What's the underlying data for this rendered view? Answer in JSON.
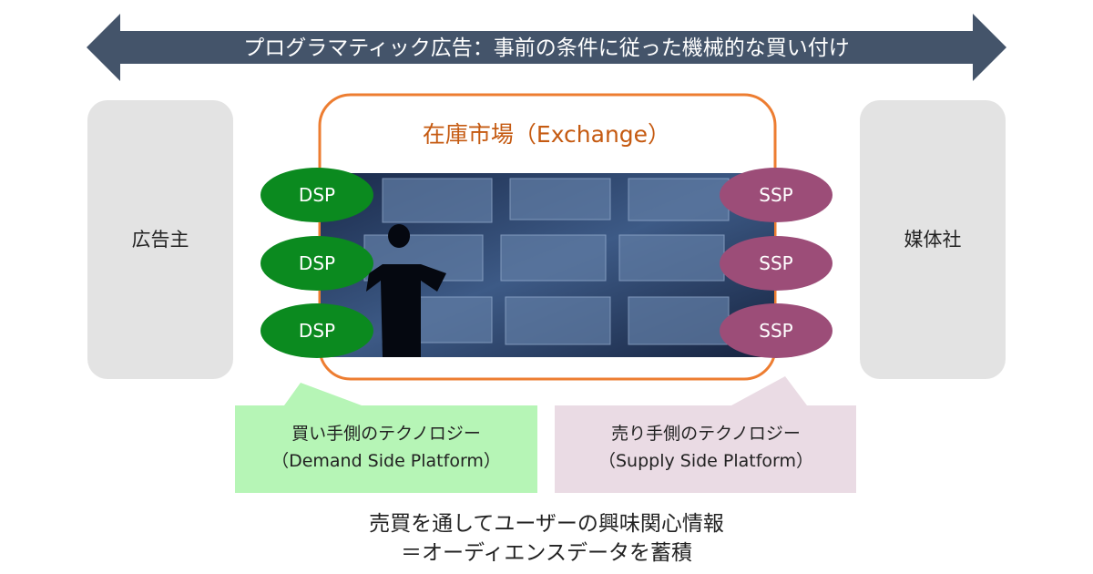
{
  "arrow": {
    "label": "プログラマティック広告：事前の条件に従った機械的な買い付け"
  },
  "advertiser": {
    "label": "広告主"
  },
  "publisher": {
    "label": "媒体社"
  },
  "exchange": {
    "title": "在庫市場（Exchange）"
  },
  "dsp": [
    "DSP",
    "DSP",
    "DSP"
  ],
  "ssp": [
    "SSP",
    "SSP",
    "SSP"
  ],
  "dsp_callout": {
    "line1": "買い手側のテクノロジー",
    "line2": "（Demand Side Platform）"
  },
  "ssp_callout": {
    "line1": "売り手側のテクノロジー",
    "line2": "（Supply Side Platform）"
  },
  "footer": {
    "line1": "売買を通してユーザーの興味関心情報",
    "line2": "＝オーディエンスデータを蓄積"
  },
  "colors": {
    "arrow": "#44546a",
    "exchange_border": "#ed7d31",
    "exchange_title": "#c55a11",
    "dsp": "#0b8a1f",
    "ssp": "#9c4d78",
    "dsp_callout": "#b6f5b6",
    "ssp_callout": "#eadbe4",
    "side_box": "#e3e3e3"
  }
}
